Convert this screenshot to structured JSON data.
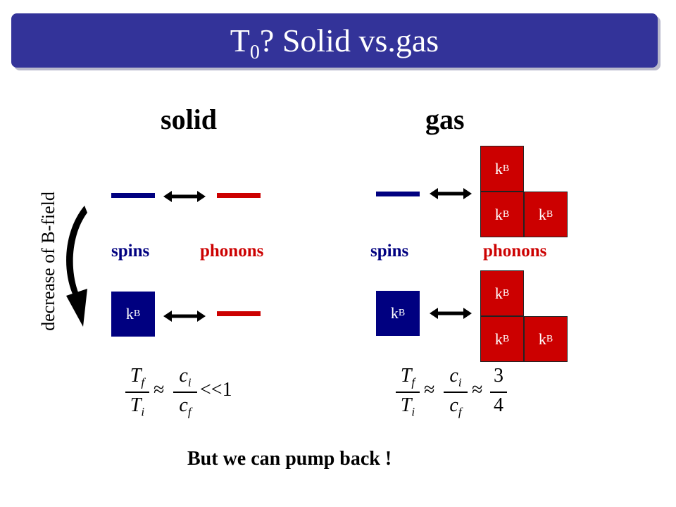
{
  "slide": {
    "title_main": "T",
    "title_sub": "0",
    "title_rest": "? Solid vs.gas"
  },
  "solid": {
    "heading": "solid",
    "spins_label": "spins",
    "phonons_label": "phonons",
    "formula": {
      "lhs_num": "T",
      "lhs_num_sub": "f",
      "lhs_den": "T",
      "lhs_den_sub": "i",
      "mid_num": "c",
      "mid_num_sub": "i",
      "mid_den": "c",
      "mid_den_sub": "f",
      "approx": "≈",
      "tail": "<<1"
    }
  },
  "gas": {
    "heading": "gas",
    "spins_label": "spins",
    "phonons_label": "phonons",
    "formula": {
      "lhs_num": "T",
      "lhs_num_sub": "f",
      "lhs_den": "T",
      "lhs_den_sub": "i",
      "mid_num": "c",
      "mid_num_sub": "i",
      "mid_den": "c",
      "mid_den_sub": "f",
      "approx": "≈",
      "rhs_num": "3",
      "rhs_den": "4"
    }
  },
  "box_label": "k",
  "box_label_sub": "B",
  "bfield_label": "decrease of B-field",
  "footer": "But we can pump back !",
  "colors": {
    "title_bg": "#333399",
    "spin_blue": "#000080",
    "phonon_red": "#cc0000"
  }
}
